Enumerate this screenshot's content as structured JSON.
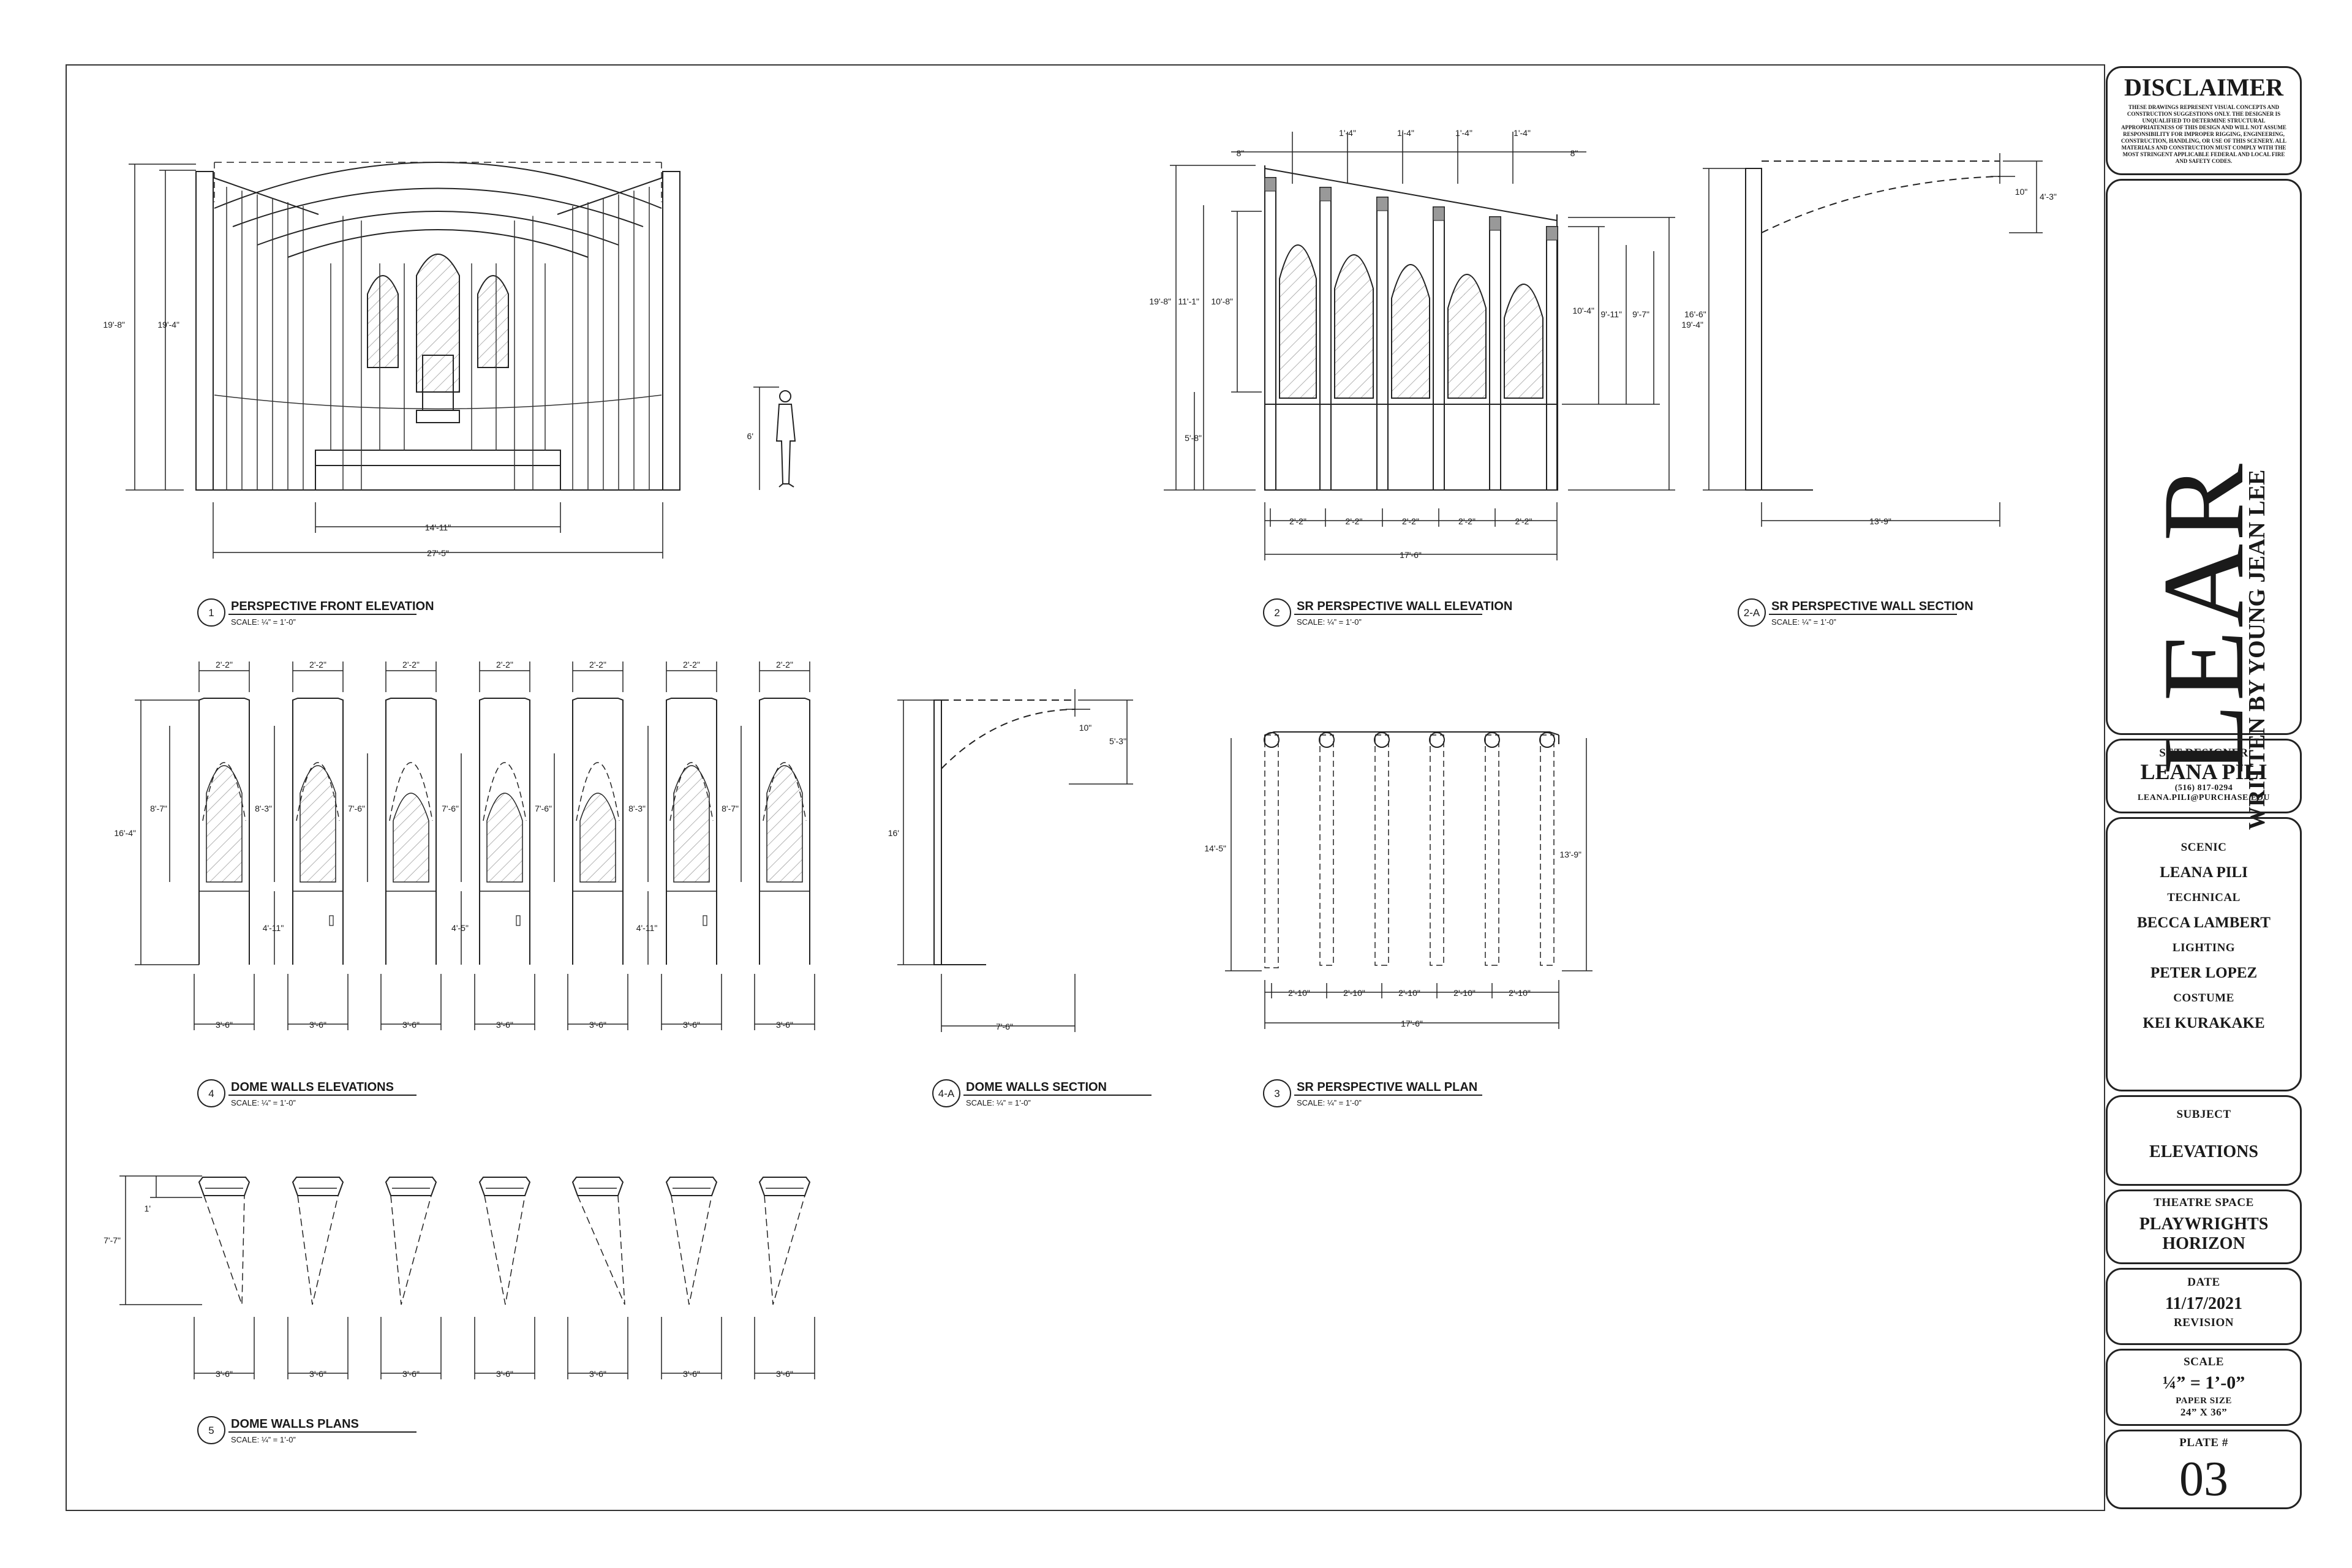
{
  "disclaimer": {
    "heading": "DISCLAIMER",
    "text": "THESE DRAWINGS REPRESENT VISUAL CONCEPTS AND CONSTRUCTION SUGGESTIONS ONLY. THE DESIGNER IS UNQUALIFIED TO DETERMINE STRUCTURAL APPROPRIATENESS OF THIS DESIGN AND WILL NOT ASSUME RESPONSIBILITY FOR IMPROPER RIGGING, ENGINEERING, CONSTRUCTION, HANDLING, OR USE OF THIS SCENERY. ALL MATERIALS AND CONSTRUCTION MUST COMPLY WITH THE MOST STRINGENT APPLICABLE FEDERAL AND LOCAL FIRE AND SAFETY CODES."
  },
  "show": {
    "title": "LEAR",
    "writer": "WRITTEN BY YOUNG JEAN LEE"
  },
  "designer": {
    "label": "SET DESIGNER",
    "name": "LEANA PILI",
    "phone": "(516) 817-0294",
    "email": "LEANA.PILI@PURCHASE.EDU"
  },
  "credits": [
    {
      "role": "SCENIC",
      "name": "LEANA PILI"
    },
    {
      "role": "TECHNICAL",
      "name": "BECCA LAMBERT"
    },
    {
      "role": "LIGHTING",
      "name": "PETER LOPEZ"
    },
    {
      "role": "COSTUME",
      "name": "KEI KURAKAKE"
    }
  ],
  "subject": {
    "label": "SUBJECT",
    "value": "ELEVATIONS"
  },
  "theatre": {
    "label": "THEATRE SPACE",
    "line1": "PLAYWRIGHTS",
    "line2": "HORIZON"
  },
  "date": {
    "label": "DATE",
    "value": "11/17/2021",
    "revision": "REVISION"
  },
  "scale": {
    "label": "SCALE",
    "value": "¼” = 1’-0”",
    "paper_label": "PAPER SIZE",
    "paper_value": "24” X 36”"
  },
  "plate": {
    "label": "PLATE #",
    "value": "03"
  },
  "drawings": {
    "d1": {
      "num": "1",
      "title": "PERSPECTIVE FRONT ELEVATION",
      "scale": "SCALE: ¼” = 1’-0”"
    },
    "d2": {
      "num": "2",
      "title": "SR PERSPECTIVE WALL ELEVATION",
      "scale": "SCALE: ¼” = 1’-0”"
    },
    "d2a": {
      "num": "2-A",
      "title": "SR PERSPECTIVE WALL SECTION",
      "scale": "SCALE: ¼” = 1’-0”"
    },
    "d4": {
      "num": "4",
      "title": "DOME WALLS ELEVATIONS",
      "scale": "SCALE: ¼” = 1’-0”"
    },
    "d4a": {
      "num": "4-A",
      "title": "DOME WALLS SECTION",
      "scale": "SCALE: ¼” = 1’-0”"
    },
    "d3": {
      "num": "3",
      "title": "SR PERSPECTIVE WALL PLAN",
      "scale": "SCALE: ¼” = 1’-0”"
    },
    "d5": {
      "num": "5",
      "title": "DOME WALLS PLANS",
      "scale": "SCALE: ¼” = 1’-0”"
    }
  },
  "dims": {
    "d1": {
      "h1": "19'-8\"",
      "h2": "19'-4\"",
      "person": "6'",
      "w1": "14'-11\"",
      "w2": "27'-5\""
    },
    "d2": {
      "top": [
        "8\"",
        "1'-4\"",
        "1'-4\"",
        "1'-4\"",
        "1'-4\"",
        "8\""
      ],
      "left": [
        "19'-8\"",
        "11'-1\"",
        "10'-8\"",
        "5'-8\""
      ],
      "right": [
        "10'-4\"",
        "9'-11\"",
        "9'-7\"",
        "16'-6\""
      ],
      "bottom": [
        "2'-2\"",
        "2'-2\"",
        "2'-2\"",
        "2'-2\"",
        "2'-2\""
      ],
      "total": "17'-6\""
    },
    "d2a": {
      "h": "19'-4\"",
      "a": "10\"",
      "b": "4'-3\"",
      "w": "13'-9\""
    },
    "d4": {
      "top": "2'-2\"",
      "bottom": "3'-6\"",
      "overall": "16'-4\"",
      "arch": [
        "8'-7\"",
        "8'-3\"",
        "7'-6\"",
        "7'-6\"",
        "7'-6\"",
        "8'-3\"",
        "8'-7\""
      ],
      "lower": [
        "",
        "",
        "",
        "4'-5\"",
        "",
        "4'-11\"",
        ""
      ],
      "lower_b": "4'-11\""
    },
    "d4a": {
      "h": "16'",
      "a": "10\"",
      "b": "5'-3\"",
      "w": "7'-6\""
    },
    "d3": {
      "left": "14'-5\"",
      "right": "13'-9\"",
      "gaps": [
        "2'-10\"",
        "2'-10\"",
        "2'-10\"",
        "2'-10\"",
        "2'-10\""
      ],
      "total": "17'-6\""
    },
    "d5": {
      "a": "1'",
      "b": "7'-7\"",
      "bottom": "3'-6\""
    }
  }
}
